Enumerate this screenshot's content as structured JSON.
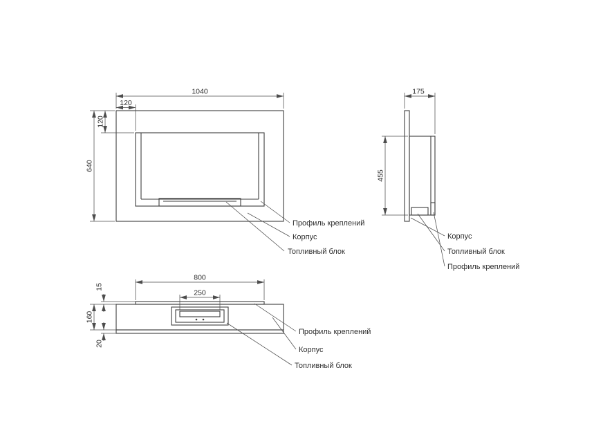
{
  "drawing": {
    "front_view": {
      "dim_width": "1040",
      "dim_inset_horizontal": "120",
      "dim_inset_vertical": "120",
      "dim_height": "640",
      "callouts": [
        {
          "label": "Профиль креплений"
        },
        {
          "label": "Корпус"
        },
        {
          "label": "Топливный блок"
        }
      ]
    },
    "side_view": {
      "dim_depth": "175",
      "dim_firebox_height": "455",
      "callouts": [
        {
          "label": "Корпус"
        },
        {
          "label": "Топливный блок"
        },
        {
          "label": "Профиль креплений"
        }
      ]
    },
    "top_view": {
      "dim_profile_length": "800",
      "dim_burner_width": "250",
      "dim_profile_thickness": "15",
      "dim_body_depth": "160",
      "dim_front_lip": "20",
      "callouts": [
        {
          "label": "Профиль креплений"
        },
        {
          "label": "Корпус"
        },
        {
          "label": "Топливный блок"
        }
      ]
    },
    "colors": {
      "line": "#3d3d3d",
      "dim": "#4d4d4d",
      "text": "#2e2e2e",
      "background": "#ffffff"
    }
  }
}
